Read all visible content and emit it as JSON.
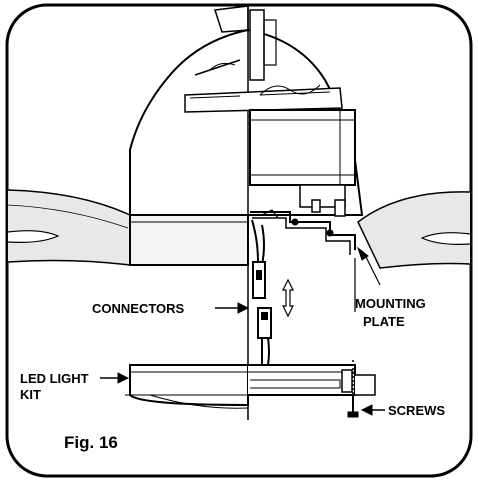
{
  "figure": {
    "caption": "Fig. 16",
    "labels": {
      "connectors": "CONNECTORS",
      "mounting_plate_line1": "MOUNTING",
      "mounting_plate_line2": "PLATE",
      "led_light_kit_line1": "LED LIGHT",
      "led_light_kit_line2": "KIT",
      "screws": "SCREWS"
    }
  }
}
